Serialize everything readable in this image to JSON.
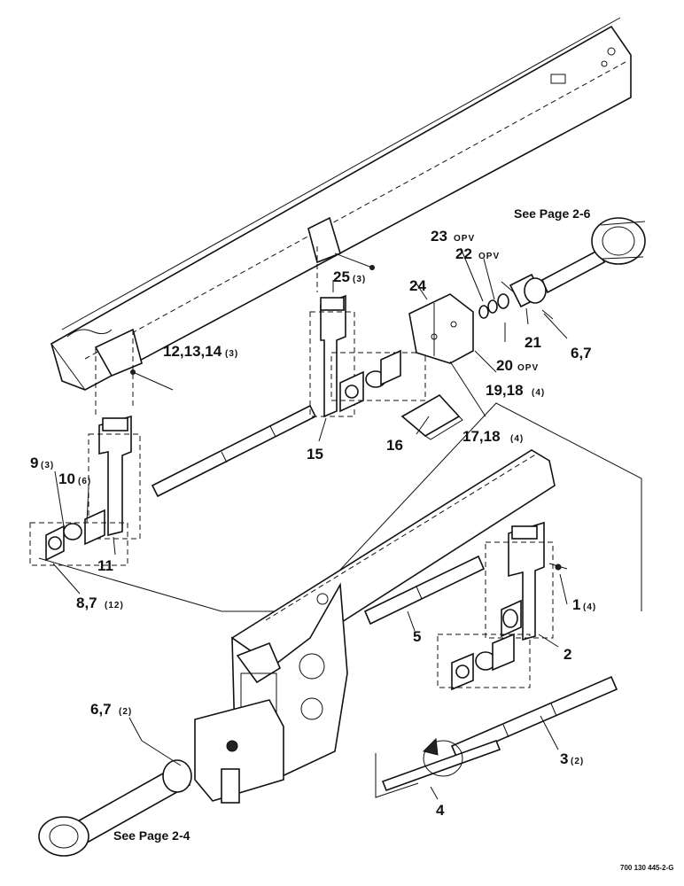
{
  "references": {
    "top_right": "See Page 2-6",
    "bottom_left": "See Page 2-4"
  },
  "drawing_code": "700 130 445-2-G",
  "callouts": {
    "c1": {
      "label": "1",
      "qty": "(4)"
    },
    "c2": {
      "label": "2",
      "qty": ""
    },
    "c3": {
      "label": "3",
      "qty": "(2)"
    },
    "c4": {
      "label": "4",
      "qty": ""
    },
    "c5": {
      "label": "5",
      "qty": ""
    },
    "c6_7_top": {
      "label": "6,7",
      "qty": ""
    },
    "c6_7_bottom": {
      "label": "6,7",
      "qty": "(2)"
    },
    "c8_7": {
      "label": "8,7",
      "qty": "(12)"
    },
    "c9": {
      "label": "9",
      "qty": "(3)"
    },
    "c10": {
      "label": "10",
      "qty": "(6)"
    },
    "c11": {
      "label": "11",
      "qty": ""
    },
    "c12_13_14": {
      "label": "12,13,14",
      "qty": "(3)"
    },
    "c15": {
      "label": "15",
      "qty": ""
    },
    "c16": {
      "label": "16",
      "qty": ""
    },
    "c17_18": {
      "label": "17,18",
      "qty": "(4)"
    },
    "c19_18": {
      "label": "19,18",
      "qty": "(4)"
    },
    "c20": {
      "label": "20",
      "qty": "OPV"
    },
    "c21": {
      "label": "21",
      "qty": ""
    },
    "c22": {
      "label": "22",
      "qty": "OPV"
    },
    "c23": {
      "label": "23",
      "qty": "OPV"
    },
    "c24": {
      "label": "24",
      "qty": ""
    },
    "c25": {
      "label": "25",
      "qty": "(3)"
    }
  }
}
